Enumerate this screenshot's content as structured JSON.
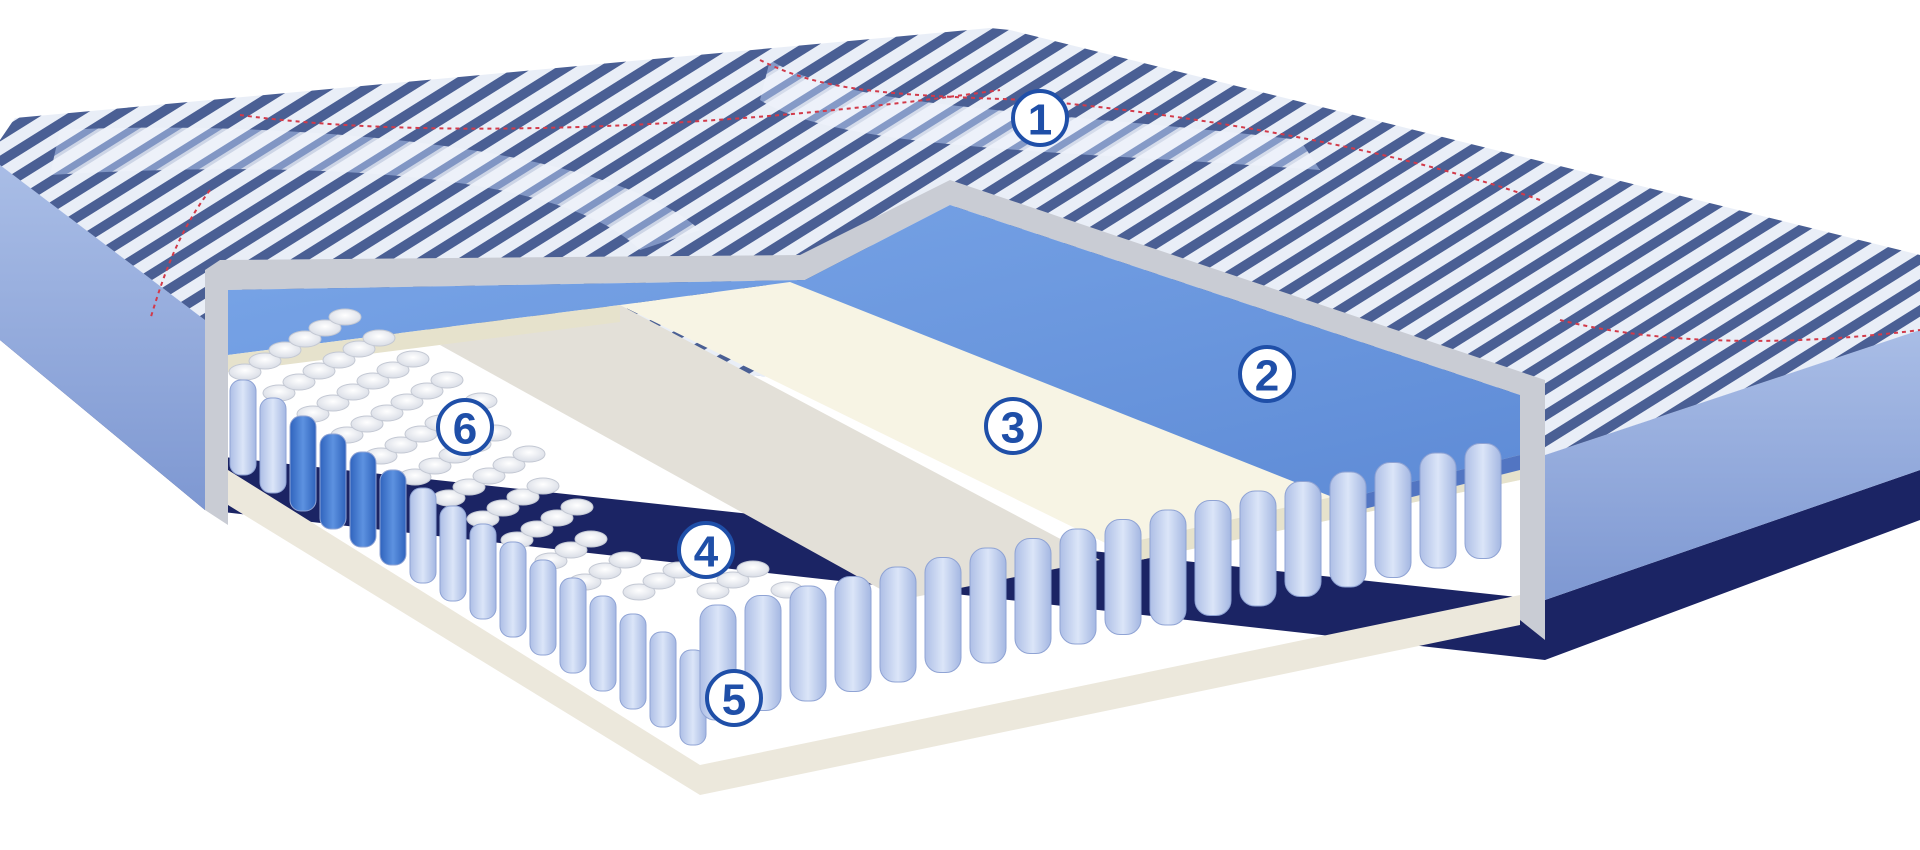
{
  "diagram": {
    "colors": {
      "cover_stripe_dark": "#4a5f94",
      "cover_stripe_light": "#e9eef7",
      "cover_top": "#8fa4d0",
      "side_panel": "#8ea8dd",
      "side_panel_dark": "#6f8bc8",
      "base_band": "#1b2464",
      "memory_foam": "#6c9ae0",
      "comfort_foam": "#f7f4e4",
      "felt_layer": "#e3e0d8",
      "pocket_spring": "#c8d6f2",
      "spring_dark": "#4a7fd2",
      "spring_top": "#f5f5f5",
      "base_board": "#ece8dc",
      "edge_seam": "#d23a4a",
      "badge_stroke": "#1f4fa8"
    },
    "labels": [
      "1",
      "2",
      "3",
      "4",
      "5",
      "6"
    ]
  }
}
